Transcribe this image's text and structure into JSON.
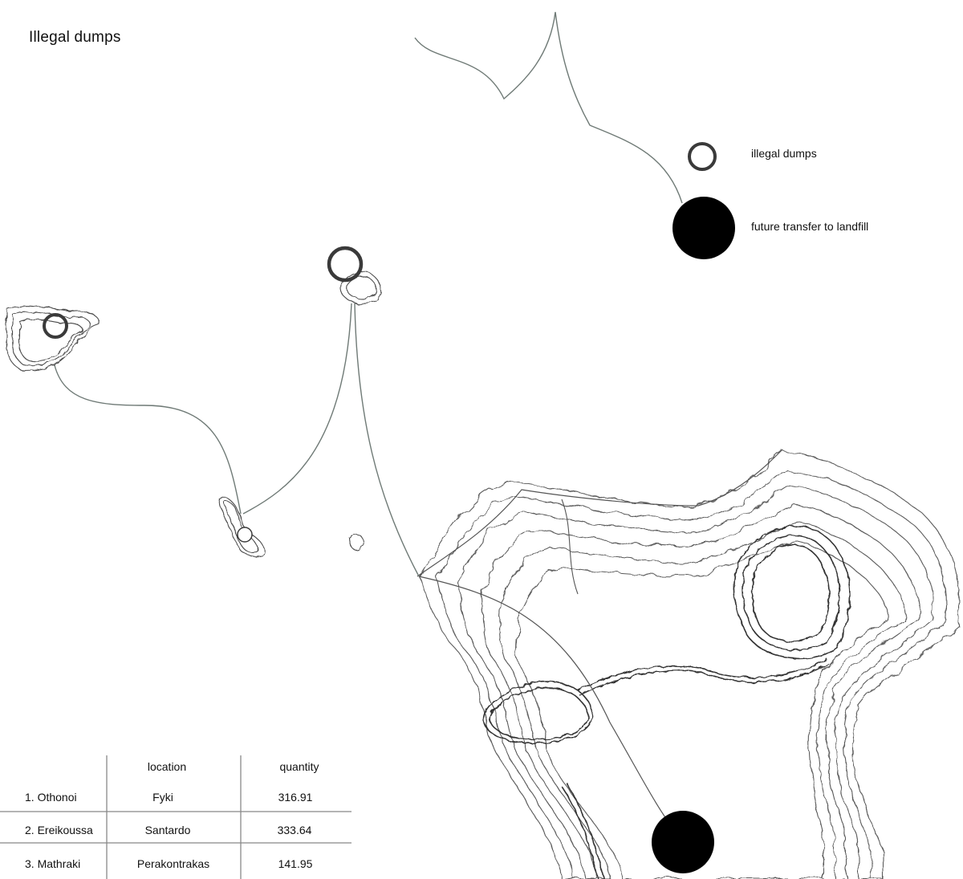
{
  "title": "Illegal dumps",
  "legend": {
    "items": [
      {
        "symbol": "ring",
        "label": "illegal dumps"
      },
      {
        "symbol": "filled-circle",
        "label": "future transfer to landfill"
      }
    ]
  },
  "table": {
    "headers": [
      "",
      "location",
      "quantity"
    ],
    "rows": [
      {
        "island": "1. Othonoi",
        "location": "Fyki",
        "quantity": "316.91"
      },
      {
        "island": "2. Ereikoussa",
        "location": "Santardo",
        "quantity": "333.64"
      },
      {
        "island": "3. Mathraki",
        "location": "Perakontrakas",
        "quantity": "141.95"
      }
    ]
  },
  "colors": {
    "route": "#6f7a76",
    "contour": "#5a5a5a",
    "ring": "#3a3a3a",
    "landfill": "#000000"
  }
}
